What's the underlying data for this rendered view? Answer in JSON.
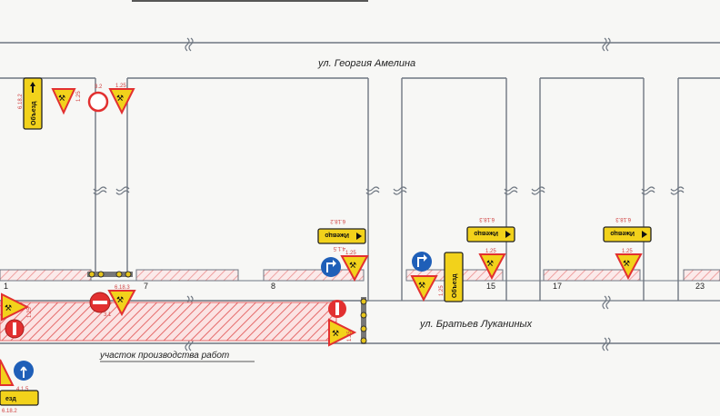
{
  "streets": {
    "top": "ул. Георгия Амелина",
    "bottom": "ул. Братьев Луканиных"
  },
  "lots": [
    "1",
    "7",
    "8",
    "15",
    "17",
    "23"
  ],
  "work_zone_label": "участок производства работ",
  "sign_text": {
    "detour": "Объезд",
    "pointer": "Ижевцо",
    "bottom_left": "езд"
  },
  "sign_codes": {
    "s1": "6.18.2",
    "s2": "1.25",
    "s3": "3.2",
    "s4": "1.25",
    "s5": "1.25",
    "s6": "3.1",
    "s7": "6.18.3",
    "s8": "4.1.5",
    "s9": "1.25",
    "s10": "4.1.5",
    "s11": "6.18.2",
    "s12": "1.25",
    "s13": "1.25",
    "s14": "6.18.3",
    "s15": "1.25",
    "s16": "6.18.3",
    "s17": "1.25",
    "s18": "3.1",
    "s19": "4.1.5",
    "s20": "6.18.2"
  },
  "colors": {
    "sign_yellow": "#f2d21b",
    "sign_red": "#e23030",
    "sign_blue": "#1f5fb8",
    "hatch": "#e56a6a",
    "line": "#6f7782"
  }
}
